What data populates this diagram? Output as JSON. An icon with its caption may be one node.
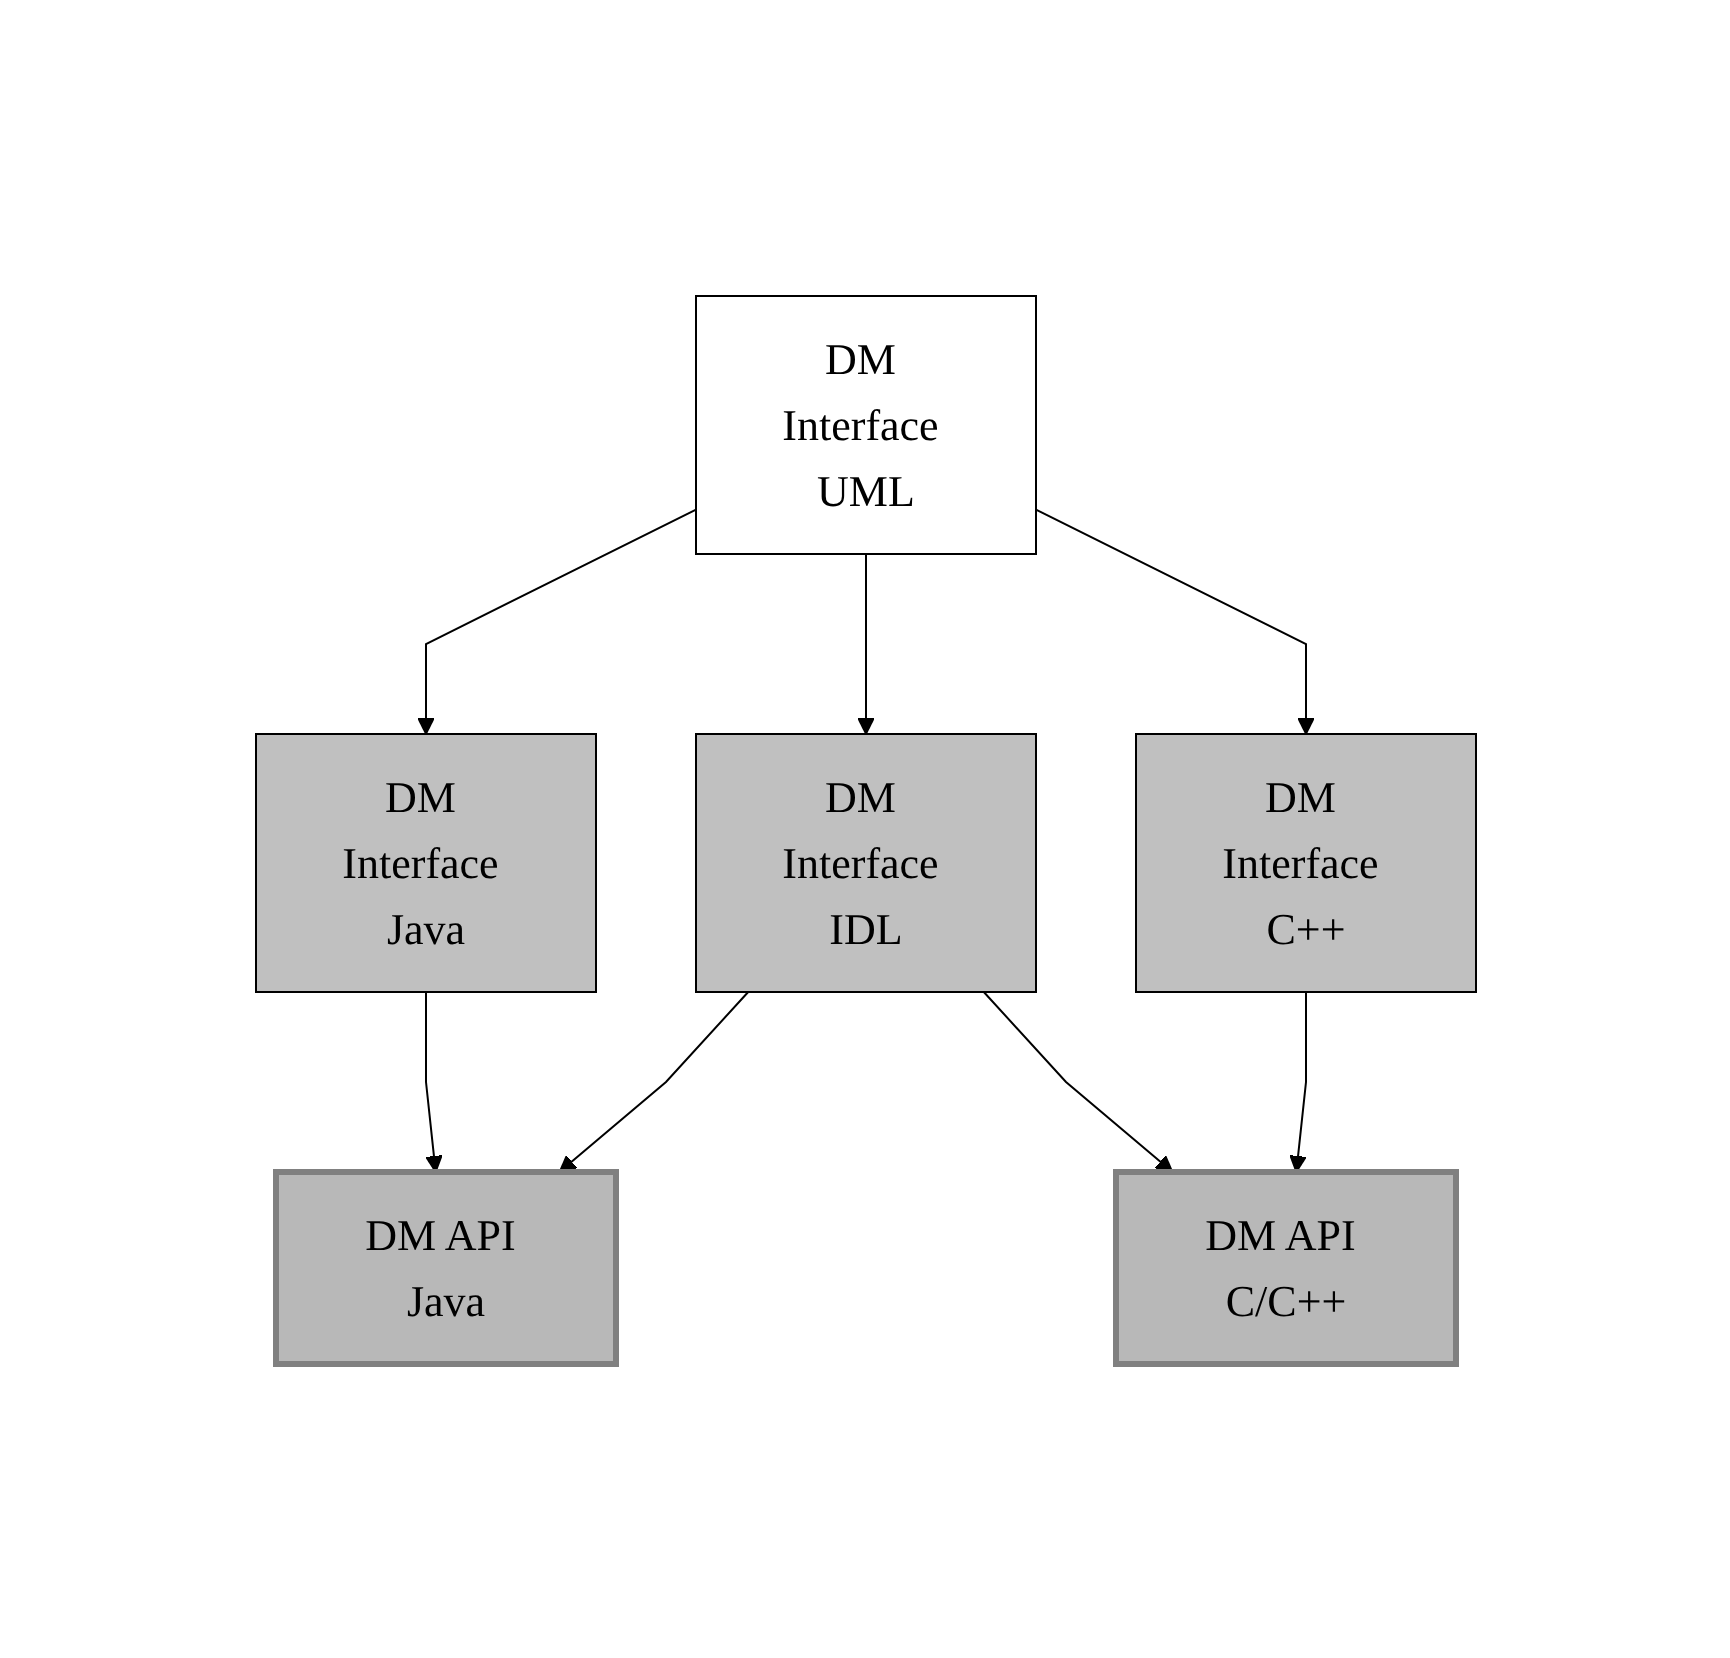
{
  "diagram": {
    "nodes": [
      {
        "text": [
          "DM Interface UML"
        ]
      },
      {
        "text": [
          "DM Interface Java"
        ]
      },
      {
        "text": [
          "DM Interface IDL"
        ]
      },
      {
        "text": [
          "DM Interface C++"
        ]
      },
      {
        "text": [
          "DM API Java"
        ]
      },
      {
        "text": [
          "DM API C/C++"
        ]
      }
    ],
    "edges": [
      {
        "from": 0,
        "to": 1,
        "arrow": "to"
      },
      {
        "from": 0,
        "to": 2,
        "arrow": "to"
      },
      {
        "from": 0,
        "to": 3,
        "arrow": "to"
      },
      {
        "from": 1,
        "to": 4,
        "arrow": "to"
      },
      {
        "from": 2,
        "to": 4,
        "arrow": "to"
      },
      {
        "from": 2,
        "to": 5,
        "arrow": "to"
      },
      {
        "from": 3,
        "to": 5,
        "arrow": "to"
      }
    ]
  }
}
